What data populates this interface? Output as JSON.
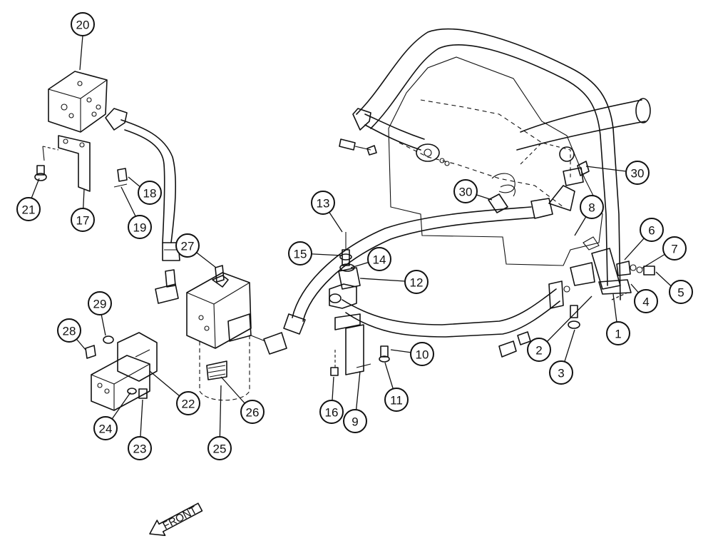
{
  "callouts": [
    "1",
    "2",
    "3",
    "4",
    "5",
    "6",
    "7",
    "8",
    "9",
    "10",
    "11",
    "12",
    "13",
    "14",
    "15",
    "16",
    "17",
    "18",
    "19",
    "20",
    "21",
    "22",
    "23",
    "24",
    "25",
    "26",
    "27",
    "28",
    "29",
    "30",
    "30"
  ],
  "front_label": "FRONT"
}
